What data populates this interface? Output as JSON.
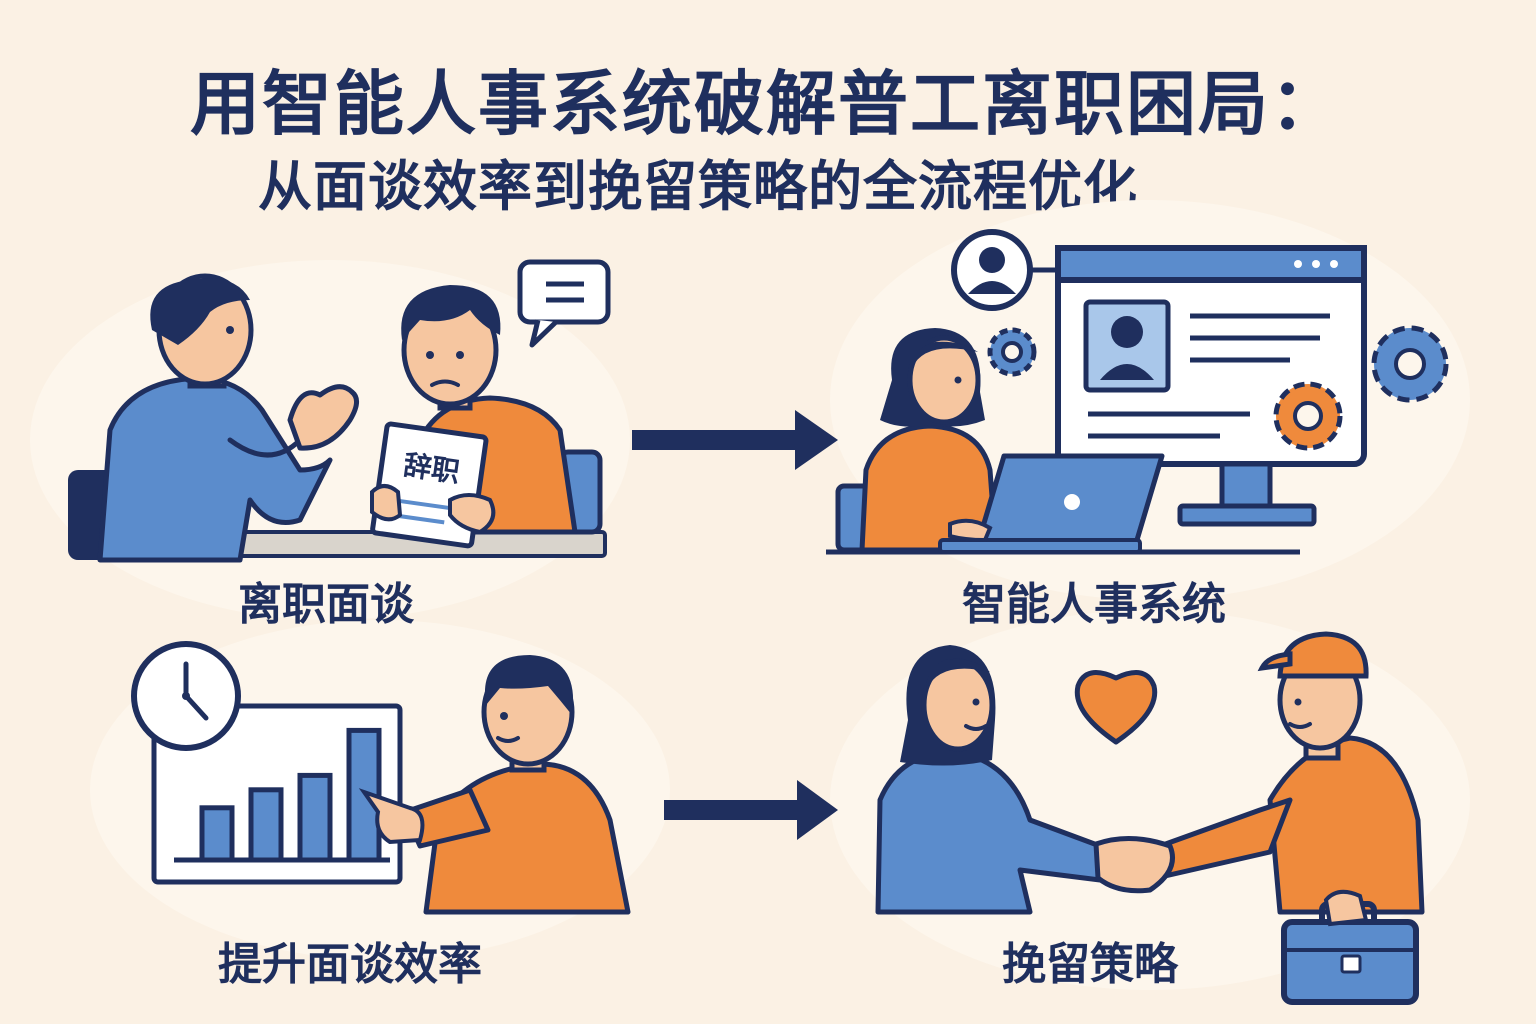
{
  "header": {
    "title": "用智能人事系统破解普工离职困局：",
    "subtitle": "从面谈效率到挽留策略的全流程优化"
  },
  "panels": [
    {
      "label": "离职面谈",
      "paper_text": "辞职"
    },
    {
      "label": "智能人事系统"
    },
    {
      "label": "提升面谈效率",
      "chart_bars": [
        0.29,
        0.39,
        0.47,
        0.72
      ]
    },
    {
      "label": "挽留策略"
    }
  ],
  "colors": {
    "background": "#fbf1e4",
    "navy": "#1f2f5e",
    "blue": "#5b8ccc",
    "orange": "#ef8a3c",
    "skin": "#f6c6a0"
  }
}
